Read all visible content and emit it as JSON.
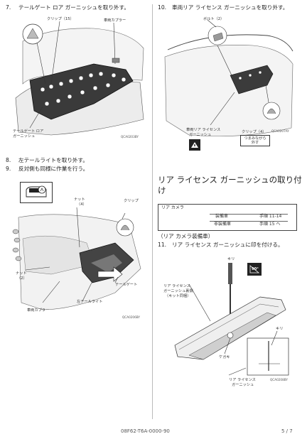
{
  "left": {
    "step7": {
      "num": "7.",
      "text": "テールゲート ロア ガーニッシュを取り外す。"
    },
    "fig1": {
      "label_clip": "クリップ（15）",
      "label_connector": "車両カプラー",
      "label_garnish": [
        "テールゲート ロア",
        "ガーニッシュ"
      ],
      "code": "QCA0203BY"
    },
    "step8": {
      "num": "8.",
      "text": "左テールライトを取り外す。"
    },
    "step9": {
      "num": "9.",
      "text": "反対側も同様に作業を行う。"
    },
    "fig2": {
      "label_nut4": [
        "ナット",
        "（4）"
      ],
      "label_clip": "クリップ",
      "label_nut2": [
        "ナット",
        "（2）"
      ],
      "label_tailgate": "テールゲート",
      "label_connector": "車両カプラー",
      "label_light": "左テールライト",
      "code": "QCA0206BY"
    }
  },
  "right": {
    "step10": {
      "num": "10.",
      "text": "車両リア ライセンス ガーニッシュを取り外す。"
    },
    "fig3": {
      "label_bolt": "ボルト（2）",
      "label_garnish": [
        "車両リア ライセンス",
        "ガーニッシュ"
      ],
      "label_clip": "クリップ（4）",
      "label_note": [
        "つまみながら",
        "外す"
      ],
      "code": "QCA0207AY"
    },
    "section_title": [
      "リア ライセンス ガーニッシュの取り付",
      "け"
    ],
    "condition_table": {
      "header": "リア カメラ",
      "rows": [
        {
          "label": "装備車",
          "value": "手順 11-14"
        },
        {
          "label": "非装備車",
          "value": "手順 15 へ"
        }
      ]
    },
    "subheading": "（リア カメラ装備車）",
    "step11": {
      "num": "11.",
      "text": "リア ライセンス ガーニッシュに印を付ける。"
    },
    "fig4": {
      "label_marker": "キリ",
      "label_angle": "90°",
      "label_garnish": [
        "リア ライセンス",
        "ガーニッシュ裏側",
        "（キット同梱）"
      ],
      "label_scribe": "ケガキ",
      "label_marker2": "キリ",
      "label_garnish2": [
        "リア ライセンス",
        "ガーニッシュ"
      ],
      "code": "QCA0208BY"
    }
  },
  "footer": {
    "doc_code": "08F62-T6A-0000-90",
    "page": "5 / 7"
  }
}
